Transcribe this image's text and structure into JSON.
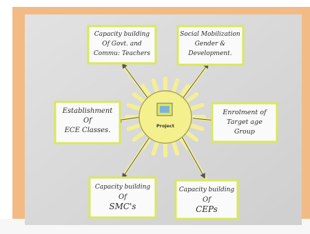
{
  "center": {
    "label": "Project"
  },
  "cards": {
    "top_left": [
      "Capacity building",
      "Of Govt. and",
      "Commu: Teachers"
    ],
    "top_right": [
      "Social Mobilization",
      "Gender &",
      "Development."
    ],
    "mid_left": [
      "Establishment",
      "Of",
      "ECE Classes."
    ],
    "mid_right": [
      "Enrolment of",
      "Target age",
      "Group"
    ],
    "bottom_left": [
      "Capacity building",
      "Of",
      "SMC's"
    ],
    "bottom_right": [
      "Capacity building",
      "Of",
      "CEPs"
    ]
  },
  "colors": {
    "frame": "#f2bb86",
    "board": "#dcdcdc",
    "card": "#fafafa",
    "card_border": "#d9e85a",
    "center_fill": "#f5f08e",
    "ray": "#f3ef96"
  }
}
